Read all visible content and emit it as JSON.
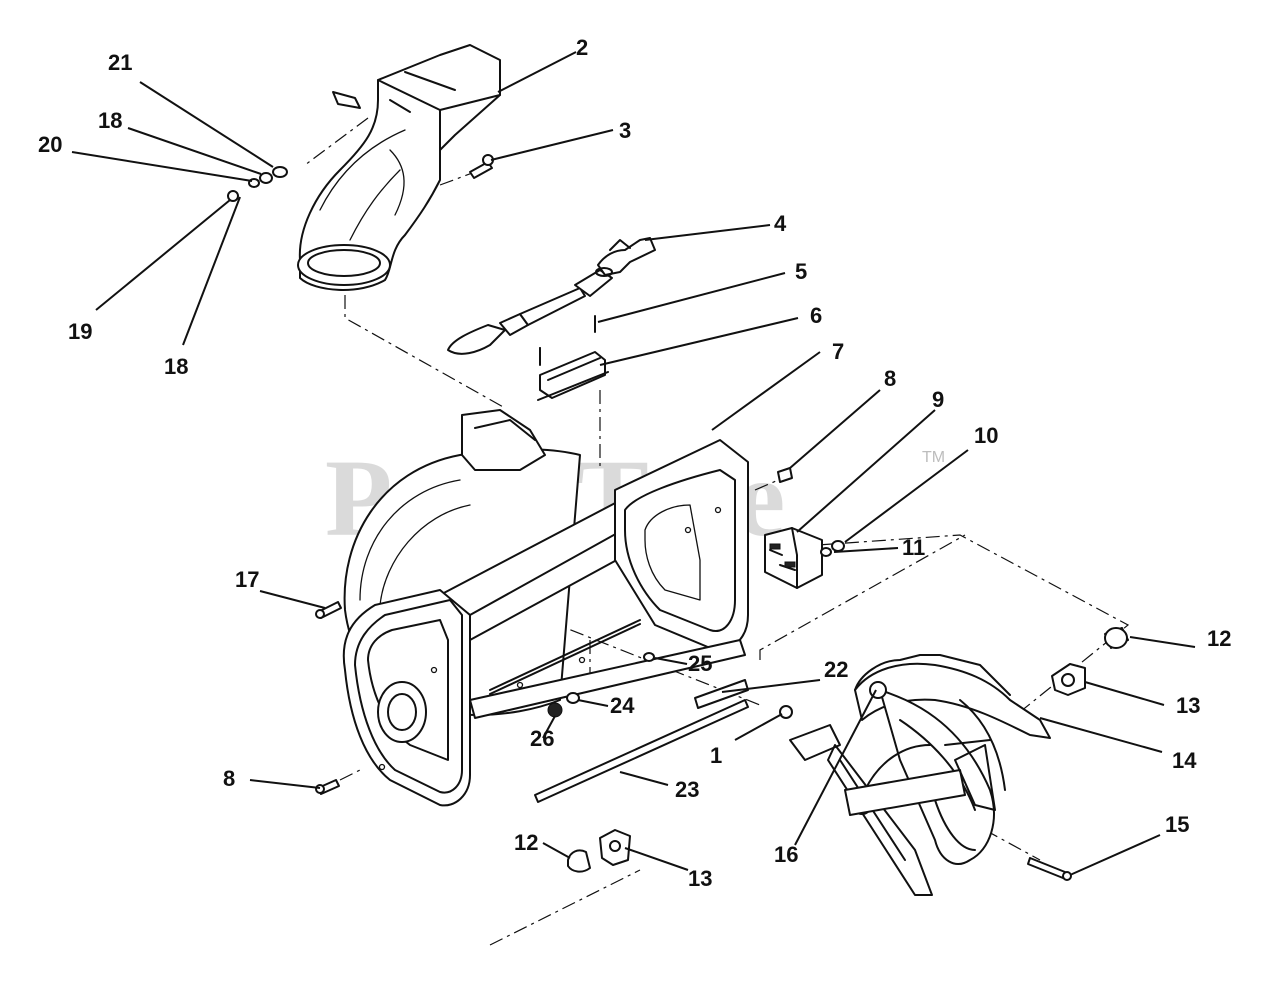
{
  "watermark": {
    "text": "PartsTree",
    "tm": "TM"
  },
  "callouts": [
    {
      "id": "c1",
      "label": "1"
    },
    {
      "id": "c2",
      "label": "2"
    },
    {
      "id": "c3",
      "label": "3"
    },
    {
      "id": "c4",
      "label": "4"
    },
    {
      "id": "c5",
      "label": "5"
    },
    {
      "id": "c6",
      "label": "6"
    },
    {
      "id": "c7",
      "label": "7"
    },
    {
      "id": "c8a",
      "label": "8"
    },
    {
      "id": "c8b",
      "label": "8"
    },
    {
      "id": "c9",
      "label": "9"
    },
    {
      "id": "c10",
      "label": "10"
    },
    {
      "id": "c11",
      "label": "11"
    },
    {
      "id": "c12a",
      "label": "12"
    },
    {
      "id": "c12b",
      "label": "12"
    },
    {
      "id": "c13a",
      "label": "13"
    },
    {
      "id": "c13b",
      "label": "13"
    },
    {
      "id": "c14",
      "label": "14"
    },
    {
      "id": "c15",
      "label": "15"
    },
    {
      "id": "c16",
      "label": "16"
    },
    {
      "id": "c17",
      "label": "17"
    },
    {
      "id": "c18a",
      "label": "18"
    },
    {
      "id": "c18b",
      "label": "18"
    },
    {
      "id": "c19",
      "label": "19"
    },
    {
      "id": "c20",
      "label": "20"
    },
    {
      "id": "c21",
      "label": "21"
    },
    {
      "id": "c22",
      "label": "22"
    },
    {
      "id": "c23",
      "label": "23"
    },
    {
      "id": "c24",
      "label": "24"
    },
    {
      "id": "c25",
      "label": "25"
    },
    {
      "id": "c26",
      "label": "26"
    }
  ]
}
